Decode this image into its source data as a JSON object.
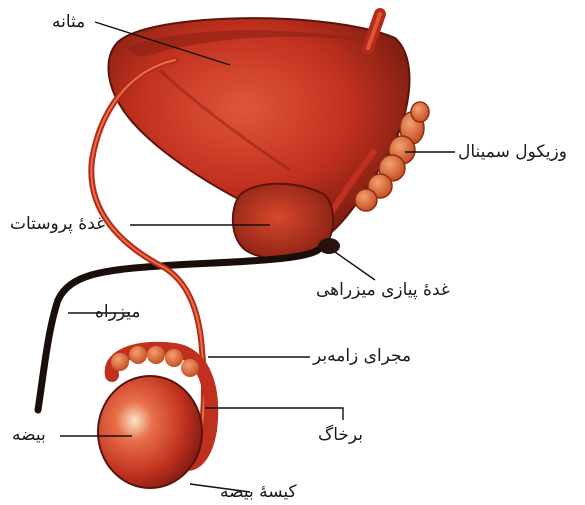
{
  "labels": {
    "bladder": "مثانه",
    "seminal_vesicle": "وزیکول سمینال",
    "prostate": "غدهٔ پروستات",
    "bulbourethral_gland": "غدهٔ پیازی میزراهی",
    "urethra": "میزراه",
    "vas_deferens": "مجرای زامه‌بر",
    "epididymis": "برخاگ",
    "testis": "بیضه",
    "scrotum": "کیسهٔ بیضه"
  },
  "colors": {
    "organ_red": "#c0301e",
    "organ_dark": "#7a1a10",
    "organ_highlight": "#e8704a",
    "gland_orange": "#e0702f",
    "urethra_black": "#1b0e0a",
    "leader_line": "#111111"
  }
}
